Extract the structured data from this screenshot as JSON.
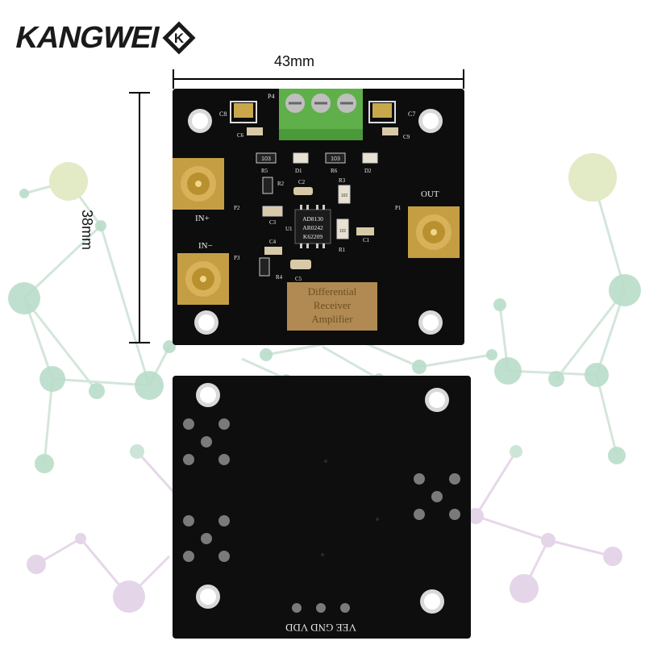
{
  "brand": {
    "name": "KANGWEI",
    "mark": "K"
  },
  "dimensions": {
    "width": "43mm",
    "height": "38mm"
  },
  "front_board": {
    "connectors": {
      "in_plus": "IN+",
      "in_minus": "IN−",
      "out": "OUT"
    },
    "refs": {
      "p1": "P1",
      "p2": "P2",
      "p3": "P3",
      "p4": "P4",
      "c1": "C1",
      "c2": "C2",
      "c3": "C3",
      "c4": "C4",
      "c5": "C5",
      "c6": "C6",
      "c7": "C7",
      "c8": "C8",
      "c9": "C9",
      "r1": "R1",
      "r2": "R2",
      "r3": "R3",
      "r4": "R4",
      "r5": "R5",
      "r6": "R6",
      "d1": "D1",
      "d2": "D2",
      "u1": "U1"
    },
    "chip_lines": [
      "AD8130",
      "AR0242",
      "K62209"
    ],
    "label_panel": [
      "Differential",
      "Receiver",
      "Amplifier"
    ],
    "resistor_codes": {
      "r5": "103",
      "r6": "103",
      "r3": "102",
      "r1": "102"
    }
  },
  "back_board": {
    "power_label": "VEE GND VDD"
  },
  "colors": {
    "pcb": "#0c0c0c",
    "gold": "#c8a24a",
    "terminal_green": "#5fb04a",
    "label_copper": "#b08a52",
    "bg_network": [
      "#b7ddc8",
      "#e2e9c5",
      "#e3d3e6"
    ]
  }
}
